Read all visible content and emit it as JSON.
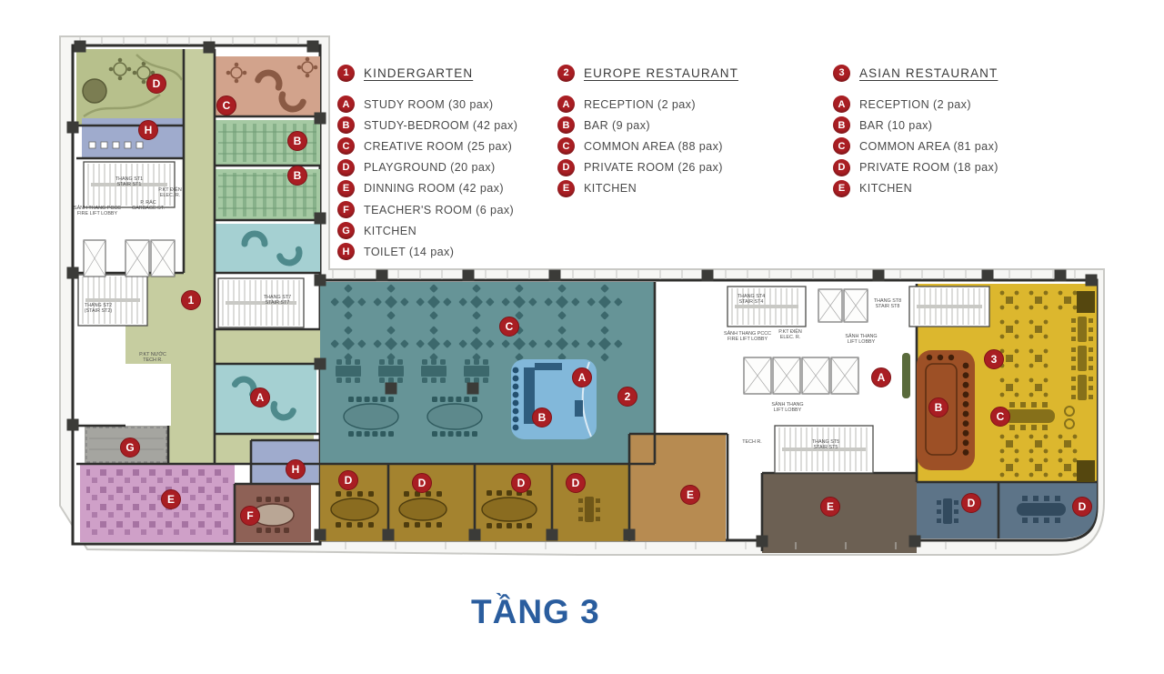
{
  "title": "TẦNG 3",
  "legend": [
    {
      "id": "1",
      "name": "KINDERGARTEN",
      "items": [
        {
          "key": "A",
          "label": "STUDY ROOM (30 pax)"
        },
        {
          "key": "B",
          "label": "STUDY-BEDROOM (42 pax)"
        },
        {
          "key": "C",
          "label": "CREATIVE ROOM (25 pax)"
        },
        {
          "key": "D",
          "label": "PLAYGROUND (20 pax)"
        },
        {
          "key": "E",
          "label": "DINNING ROOM (42 pax)"
        },
        {
          "key": "F",
          "label": "TEACHER'S ROOM (6 pax)"
        },
        {
          "key": "G",
          "label": "KITCHEN"
        },
        {
          "key": "H",
          "label": "TOILET (14 pax)"
        }
      ]
    },
    {
      "id": "2",
      "name": "EUROPE RESTAURANT",
      "items": [
        {
          "key": "A",
          "label": "RECEPTION (2 pax)"
        },
        {
          "key": "B",
          "label": "BAR (9 pax)"
        },
        {
          "key": "C",
          "label": "COMMON AREA (88 pax)"
        },
        {
          "key": "D",
          "label": "PRIVATE ROOM (26 pax)"
        },
        {
          "key": "E",
          "label": "KITCHEN"
        }
      ]
    },
    {
      "id": "3",
      "name": "ASIAN RESTAURANT",
      "items": [
        {
          "key": "A",
          "label": "RECEPTION (2 pax)"
        },
        {
          "key": "B",
          "label": "BAR (10 pax)"
        },
        {
          "key": "C",
          "label": "COMMON AREA (81 pax)"
        },
        {
          "key": "D",
          "label": "PRIVATE ROOM (18 pax)"
        },
        {
          "key": "E",
          "label": "KITCHEN"
        }
      ]
    }
  ],
  "plan": {
    "markers": [
      {
        "id": "kg-1",
        "label": "1"
      },
      {
        "id": "kg-d",
        "label": "D"
      },
      {
        "id": "kg-c",
        "label": "C"
      },
      {
        "id": "kg-h1",
        "label": "H"
      },
      {
        "id": "kg-b1",
        "label": "B"
      },
      {
        "id": "kg-b2",
        "label": "B"
      },
      {
        "id": "kg-a",
        "label": "A"
      },
      {
        "id": "kg-g",
        "label": "G"
      },
      {
        "id": "kg-e",
        "label": "E"
      },
      {
        "id": "kg-f",
        "label": "F"
      },
      {
        "id": "kg-h2",
        "label": "H"
      },
      {
        "id": "eu-2",
        "label": "2"
      },
      {
        "id": "eu-c",
        "label": "C"
      },
      {
        "id": "eu-a",
        "label": "A"
      },
      {
        "id": "eu-b",
        "label": "B"
      },
      {
        "id": "eu-d1",
        "label": "D"
      },
      {
        "id": "eu-d2",
        "label": "D"
      },
      {
        "id": "eu-d3",
        "label": "D"
      },
      {
        "id": "eu-d4",
        "label": "D"
      },
      {
        "id": "eu-e",
        "label": "E"
      },
      {
        "id": "as-3",
        "label": "3"
      },
      {
        "id": "as-a",
        "label": "A"
      },
      {
        "id": "as-b",
        "label": "B"
      },
      {
        "id": "as-c",
        "label": "C"
      },
      {
        "id": "as-e",
        "label": "E"
      },
      {
        "id": "as-d1",
        "label": "D"
      },
      {
        "id": "as-d2",
        "label": "D"
      }
    ],
    "core_labels": [
      {
        "id": "st1",
        "lines": [
          "THANG ST1",
          "STAIR ST1"
        ]
      },
      {
        "id": "fire-lobby-left",
        "lines": [
          "SẢNH THANG PCCC",
          "FIRE LIFT LOBBY"
        ]
      },
      {
        "id": "garbage",
        "lines": [
          "P. RÁC",
          "GARBAGE ST."
        ]
      },
      {
        "id": "elec-left",
        "lines": [
          "P.KT ĐIỆN",
          "ELEC. R."
        ]
      },
      {
        "id": "st2",
        "lines": [
          "THANG ST2",
          "(STAIR ST2)"
        ]
      },
      {
        "id": "tech-water",
        "lines": [
          "P.KT NƯỚC",
          "TECH R."
        ]
      },
      {
        "id": "st7",
        "lines": [
          "THANG ST7",
          "STAIR ST7"
        ]
      },
      {
        "id": "st4",
        "lines": [
          "THANG ST4",
          "STAIR ST4"
        ]
      },
      {
        "id": "fire-lobby-mid",
        "lines": [
          "SẢNH THANG PCCC",
          "FIRE LIFT LOBBY"
        ]
      },
      {
        "id": "elec-mid",
        "lines": [
          "P.KT ĐIỆN",
          "ELEC. R."
        ]
      },
      {
        "id": "lift-lobby-right",
        "lines": [
          "SẢNH THANG",
          "LIFT LOBBY"
        ]
      },
      {
        "id": "st8",
        "lines": [
          "THANG ST8",
          "STAIR ST8"
        ]
      },
      {
        "id": "lift-lobby-mid",
        "lines": [
          "SẢNH THANG",
          "LIFT LOBBY"
        ]
      },
      {
        "id": "st5",
        "lines": [
          "THANG ST5",
          "STAIR ST5"
        ]
      },
      {
        "id": "tech-mid",
        "lines": [
          "TECH R."
        ]
      }
    ]
  },
  "colors": {
    "marker": "#a91e23",
    "title": "#2a5d9e",
    "legend_text": "#4a4a4a",
    "kindergarten": {
      "corridor": "#c6cda0",
      "playground": "#b7c08c",
      "creative": "#d2a38c",
      "bedroom": "#a5c9a3",
      "study": "#a5d0d2",
      "toilet": "#9fabcd",
      "kitchen": "#a5a5a0",
      "dining": "#cfa0c8",
      "teacher": "#8e6156"
    },
    "europe": {
      "common": "#669497",
      "bar": "#82b8da",
      "private": "#a4832f",
      "kitchen": "#b78b51"
    },
    "asian": {
      "common": "#dcb72e",
      "bar": "#9d5026",
      "private": "#5d7488",
      "kitchen": "#6c6053",
      "reception_desk": "#5a6b3c"
    }
  }
}
